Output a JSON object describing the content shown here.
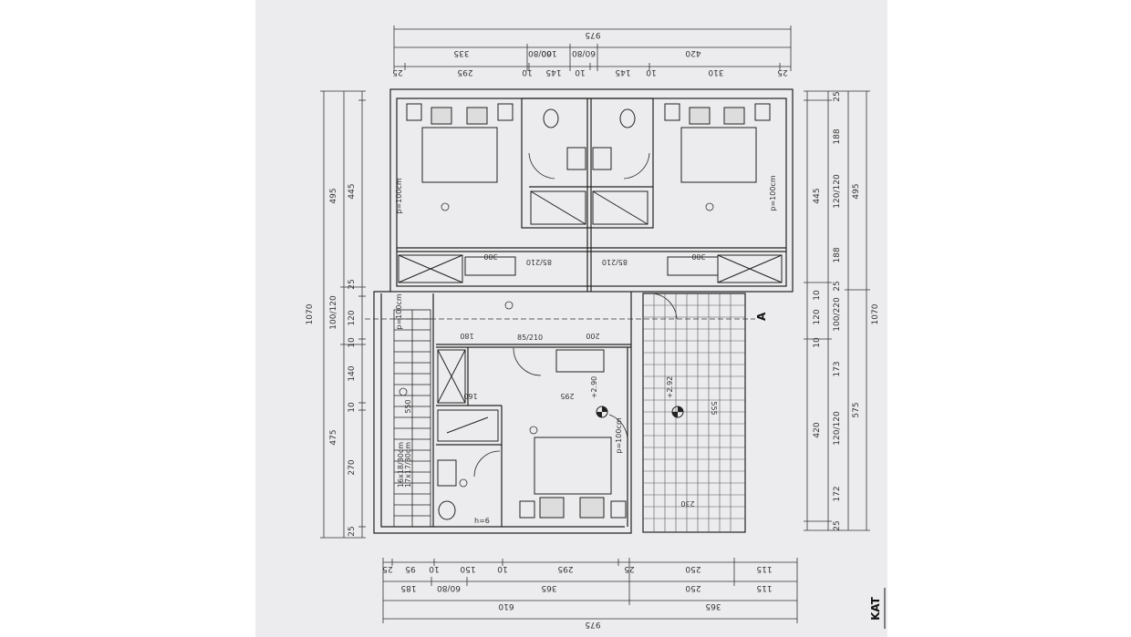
{
  "sheet_title": "KAT",
  "section_mark": "A",
  "top_dims": {
    "total": "975",
    "row2": [
      "335",
      "100",
      "60/80",
      "60/80",
      "420"
    ],
    "row3": [
      "25",
      "295",
      "10",
      "145",
      "10",
      "145",
      "10",
      "310",
      "25"
    ]
  },
  "left_dims": {
    "outer": "1070",
    "mid": [
      "495",
      "100/120",
      "475"
    ],
    "inner": [
      "445",
      "25",
      "120",
      "10",
      "140",
      "10",
      "270",
      "25"
    ]
  },
  "right_dims": {
    "outer": "1070",
    "mid": [
      "495",
      "575"
    ],
    "inner": [
      "25",
      "188",
      "120/120",
      "188",
      "25",
      "100/220",
      "173",
      "120/120",
      "172",
      "25"
    ],
    "far": [
      "445",
      "10",
      "120",
      "10",
      "420"
    ]
  },
  "bottom_dims": {
    "row1": [
      "25",
      "95",
      "10",
      "150",
      "10",
      "295",
      "25",
      "250",
      "115"
    ],
    "row2": [
      "185",
      "60/80",
      "365",
      "250",
      "115"
    ],
    "row3": [
      "610",
      "365"
    ],
    "total": "975"
  },
  "room_labels": {
    "door_85_1": "85/210",
    "door_85_2": "85/210",
    "door_85_3": "85/210",
    "dim_180": "180",
    "dim_200": "200",
    "dim_160": "160",
    "dim_295": "295",
    "dim_550": "550",
    "dim_555": "555",
    "dim_230": "230",
    "dim_300_1": "300",
    "dim_300_2": "300",
    "parapet_1": "p=100cm",
    "parapet_2": "p=100cm",
    "parapet_3": "p=100cm",
    "parapet_4": "p=100cm",
    "level_1": "+2.90",
    "level_2": "+2.92",
    "stair_note_1": "16x18/30cm",
    "stair_note_2": "17x17/30cm",
    "wc_note": "h=6"
  }
}
